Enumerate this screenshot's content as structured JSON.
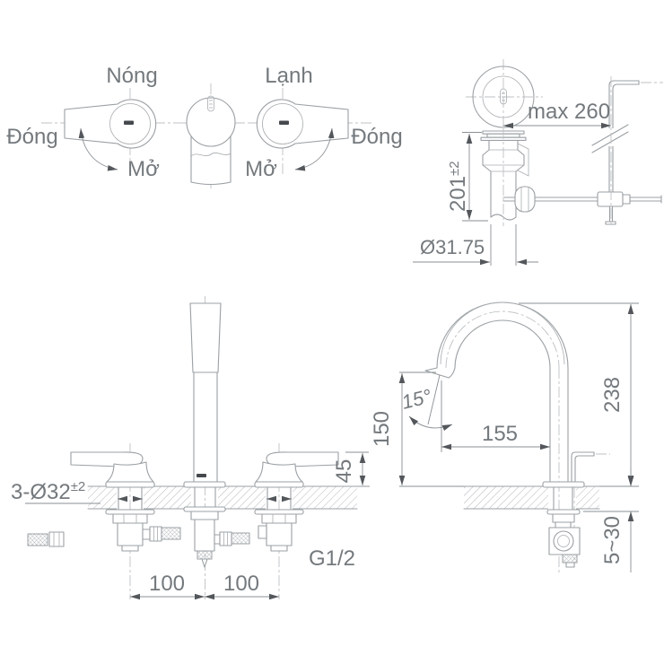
{
  "meta": {
    "description": "Technical installation drawing of a 3-hole basin mixer faucet with pop-up drain",
    "colors": {
      "line": "#9ba0a4",
      "text": "#74797d",
      "arrow": "#53575b",
      "dark_mark": "#45494d",
      "background": "#ffffff"
    }
  },
  "handle_diagram": {
    "hot_label": "Nóng",
    "cold_label": "Lạnh",
    "close_left": "Đóng",
    "close_right": "Đóng",
    "open_left": "Mở",
    "open_right": "Mở"
  },
  "popup_drain": {
    "max_reach": "max 260",
    "height": "201",
    "height_tolerance": "±2",
    "tail_diameter": "Ø31.75"
  },
  "front_view": {
    "hole_spec": "3-Ø32",
    "hole_tolerance": "±2",
    "handle_height": "45",
    "pitch_left": "100",
    "pitch_right": "100",
    "thread_spec": "G1/2"
  },
  "side_view": {
    "outlet_height": "150",
    "outlet_angle": "15°",
    "reach": "155",
    "total_height": "238",
    "deck_thickness_range": "5~30"
  }
}
